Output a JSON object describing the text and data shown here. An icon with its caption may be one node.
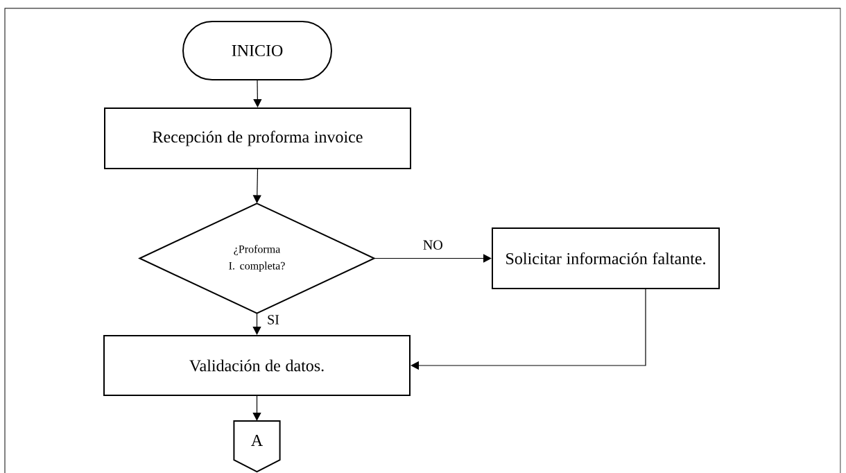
{
  "diagram": {
    "nodes": [
      {
        "text": [
          "INICIO"
        ]
      },
      {
        "text": [
          "Recepción de proforma invoice"
        ]
      },
      {
        "text": [
          "¿Proforma I. completa?"
        ]
      },
      {
        "text": [
          "Solicitar información faltante."
        ]
      },
      {
        "text": [
          "Validación de datos."
        ]
      },
      {
        "text": [
          "A"
        ]
      }
    ],
    "edges": [
      {
        "from": 0,
        "to": 1,
        "arrow": "to"
      },
      {
        "from": 1,
        "to": 2,
        "arrow": "to"
      },
      {
        "from": 2,
        "to": 3,
        "arrow": "to",
        "label": "NO"
      },
      {
        "from": 2,
        "to": 4,
        "arrow": "to",
        "label": "SI"
      },
      {
        "from": 3,
        "to": 4,
        "arrow": "to"
      },
      {
        "from": 4,
        "to": 5,
        "arrow": "to"
      }
    ]
  }
}
